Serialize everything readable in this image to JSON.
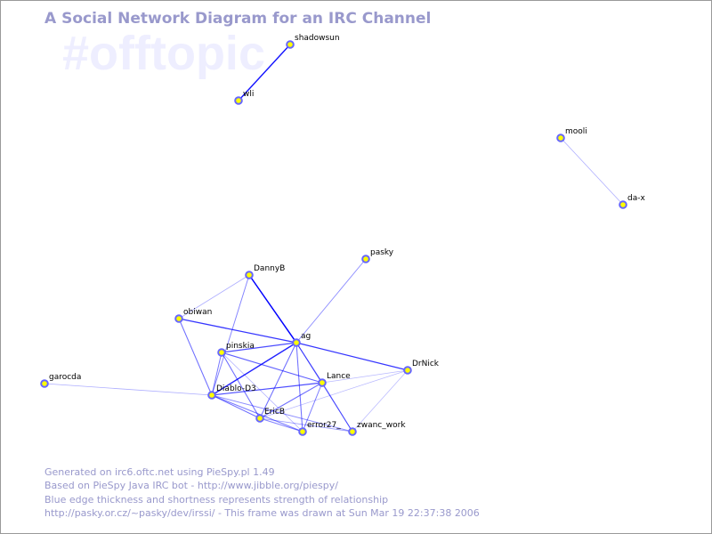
{
  "title": "A Social Network Diagram for an IRC Channel",
  "channel": "#offtopic",
  "colors": {
    "edge": "#0000ff",
    "node_fill": "#ffff00",
    "node_stroke": "#6666ff",
    "text": "#9999cc"
  },
  "nodes": [
    "shadowsun",
    "wli",
    "mooli",
    "da-x",
    "pasky",
    "DannyB",
    "obiwan",
    "ag",
    "pinskia",
    "garocda",
    "Lance",
    "DrNick",
    "Diablo-D3",
    "EricB",
    "error27_",
    "zwanc_work"
  ],
  "edges": [
    {
      "a": "shadowsun",
      "b": "wli",
      "w": 0.9
    },
    {
      "a": "mooli",
      "b": "da-x",
      "w": 0.2
    },
    {
      "a": "pasky",
      "b": "ag",
      "w": 0.35
    },
    {
      "a": "DannyB",
      "b": "ag",
      "w": 1.0
    },
    {
      "a": "DannyB",
      "b": "obiwan",
      "w": 0.2
    },
    {
      "a": "DannyB",
      "b": "Diablo-D3",
      "w": 0.4
    },
    {
      "a": "obiwan",
      "b": "ag",
      "w": 0.75
    },
    {
      "a": "obiwan",
      "b": "Diablo-D3",
      "w": 0.5
    },
    {
      "a": "ag",
      "b": "pinskia",
      "w": 0.65
    },
    {
      "a": "ag",
      "b": "Diablo-D3",
      "w": 0.85
    },
    {
      "a": "ag",
      "b": "DrNick",
      "w": 0.75
    },
    {
      "a": "ag",
      "b": "Lance",
      "w": 0.6
    },
    {
      "a": "ag",
      "b": "EricB",
      "w": 0.5
    },
    {
      "a": "ag",
      "b": "error27_",
      "w": 0.5
    },
    {
      "a": "ag",
      "b": "zwanc_work",
      "w": 0.35
    },
    {
      "a": "pinskia",
      "b": "Lance",
      "w": 0.55
    },
    {
      "a": "pinskia",
      "b": "EricB",
      "w": 0.5
    },
    {
      "a": "pinskia",
      "b": "error27_",
      "w": 0.2
    },
    {
      "a": "pinskia",
      "b": "Diablo-D3",
      "w": 0.45
    },
    {
      "a": "garocda",
      "b": "Diablo-D3",
      "w": 0.2
    },
    {
      "a": "Diablo-D3",
      "b": "Lance",
      "w": 0.65
    },
    {
      "a": "Diablo-D3",
      "b": "EricB",
      "w": 0.5
    },
    {
      "a": "Diablo-D3",
      "b": "error27_",
      "w": 0.45
    },
    {
      "a": "Diablo-D3",
      "b": "zwanc_work",
      "w": 0.35
    },
    {
      "a": "Lance",
      "b": "EricB",
      "w": 0.5
    },
    {
      "a": "Lance",
      "b": "error27_",
      "w": 0.45
    },
    {
      "a": "Lance",
      "b": "zwanc_work",
      "w": 0.5
    },
    {
      "a": "Lance",
      "b": "DrNick",
      "w": 0.15
    },
    {
      "a": "DrNick",
      "b": "zwanc_work",
      "w": 0.15
    },
    {
      "a": "DrNick",
      "b": "EricB",
      "w": 0.15
    },
    {
      "a": "EricB",
      "b": "error27_",
      "w": 0.4
    },
    {
      "a": "EricB",
      "b": "zwanc_work",
      "w": 0.3
    }
  ],
  "footer": [
    "Generated on irc6.oftc.net using PieSpy.pl 1.49",
    "Based on PieSpy Java IRC bot - http://www.jibble.org/piespy/",
    "Blue edge thickness and shortness represents strength of relationship",
    "http://pasky.or.cz/~pasky/dev/irssi/ - This frame was drawn at Sun Mar 19 22:37:38 2006"
  ]
}
